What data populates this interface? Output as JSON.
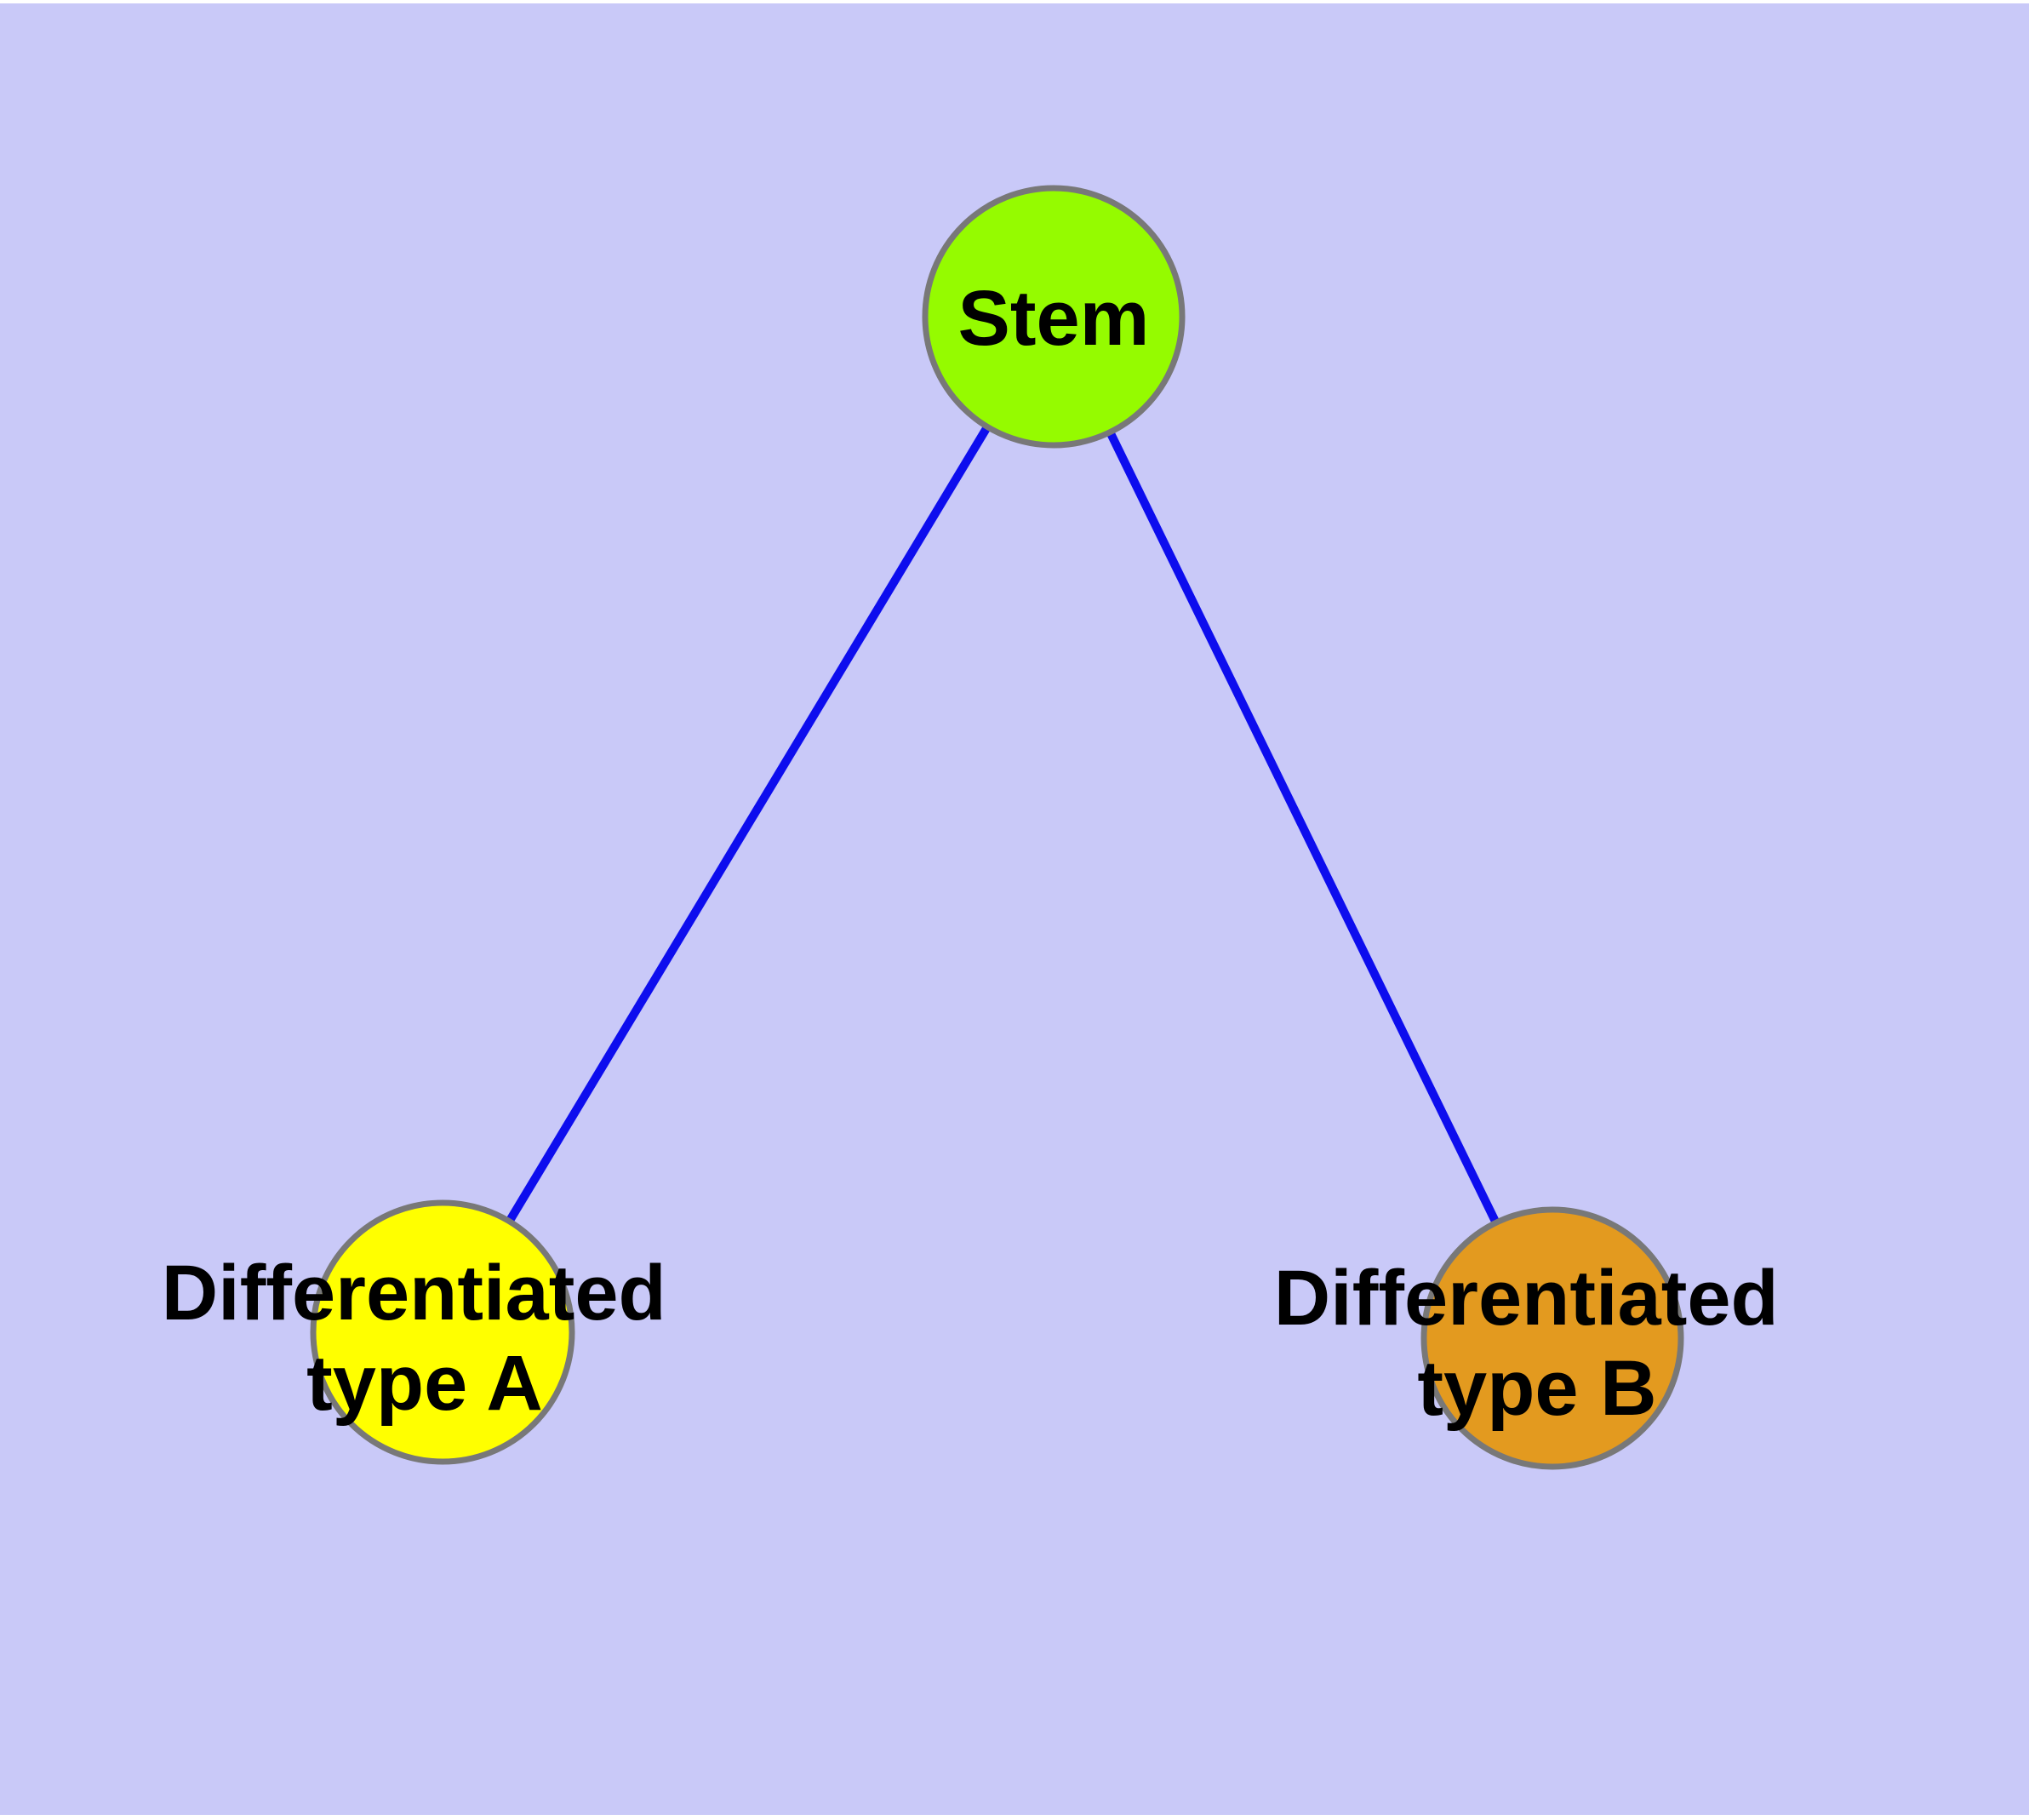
{
  "diagram": {
    "type": "node-link-graph",
    "colors": {
      "margin": "#ffffff",
      "background": "#c9c9f8",
      "edge": "#0d0dee",
      "node_border": "#787878",
      "label": "#000000"
    },
    "nodes": {
      "stem": {
        "label": "Stem",
        "fill": "#95fb00"
      },
      "type_a": {
        "label": "Differentiated type A",
        "label_line1": "Differentiated",
        "label_line2": "type A",
        "fill": "#ffff00"
      },
      "type_b": {
        "label": "Differentiated type B",
        "label_line1": "Differentiated",
        "label_line2": "type B",
        "fill": "#e39a1f"
      }
    },
    "edges": [
      {
        "from": "Stem",
        "to": "Differentiated type A"
      },
      {
        "from": "Stem",
        "to": "Differentiated type B"
      }
    ]
  }
}
